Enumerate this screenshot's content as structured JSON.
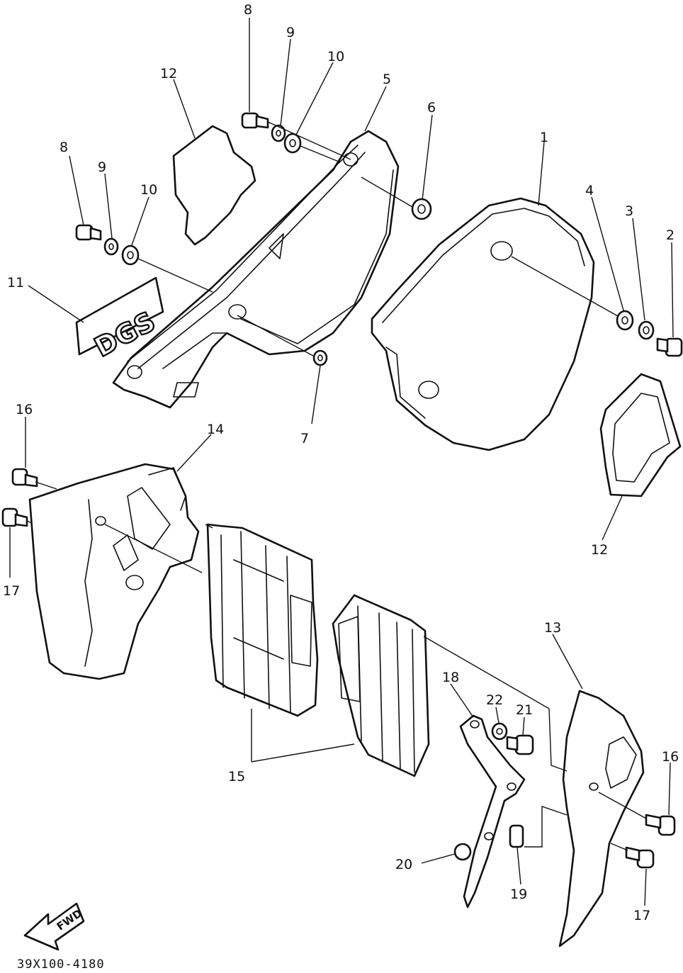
{
  "diagram": {
    "callouts": [
      {
        "id": "c-8a",
        "text": "8"
      },
      {
        "id": "c-9a",
        "text": "9"
      },
      {
        "id": "c-10a",
        "text": "10"
      },
      {
        "id": "c-5",
        "text": "5"
      },
      {
        "id": "c-6",
        "text": "6"
      },
      {
        "id": "c-12a",
        "text": "12"
      },
      {
        "id": "c-8b",
        "text": "8"
      },
      {
        "id": "c-9b",
        "text": "9"
      },
      {
        "id": "c-10b",
        "text": "10"
      },
      {
        "id": "c-1",
        "text": "1"
      },
      {
        "id": "c-4",
        "text": "4"
      },
      {
        "id": "c-3",
        "text": "3"
      },
      {
        "id": "c-2",
        "text": "2"
      },
      {
        "id": "c-11",
        "text": "11"
      },
      {
        "id": "c-7",
        "text": "7"
      },
      {
        "id": "c-16a",
        "text": "16"
      },
      {
        "id": "c-14",
        "text": "14"
      },
      {
        "id": "c-17a",
        "text": "17"
      },
      {
        "id": "c-12b",
        "text": "12"
      },
      {
        "id": "c-13",
        "text": "13"
      },
      {
        "id": "c-18",
        "text": "18"
      },
      {
        "id": "c-22",
        "text": "22"
      },
      {
        "id": "c-21",
        "text": "21"
      },
      {
        "id": "c-16b",
        "text": "16"
      },
      {
        "id": "c-15",
        "text": "15"
      },
      {
        "id": "c-20",
        "text": "20"
      },
      {
        "id": "c-19",
        "text": "19"
      },
      {
        "id": "c-17b",
        "text": "17"
      }
    ],
    "decal_text": "DGS",
    "fwd_label": "FWD",
    "drawing_code": "39X100-4180"
  }
}
